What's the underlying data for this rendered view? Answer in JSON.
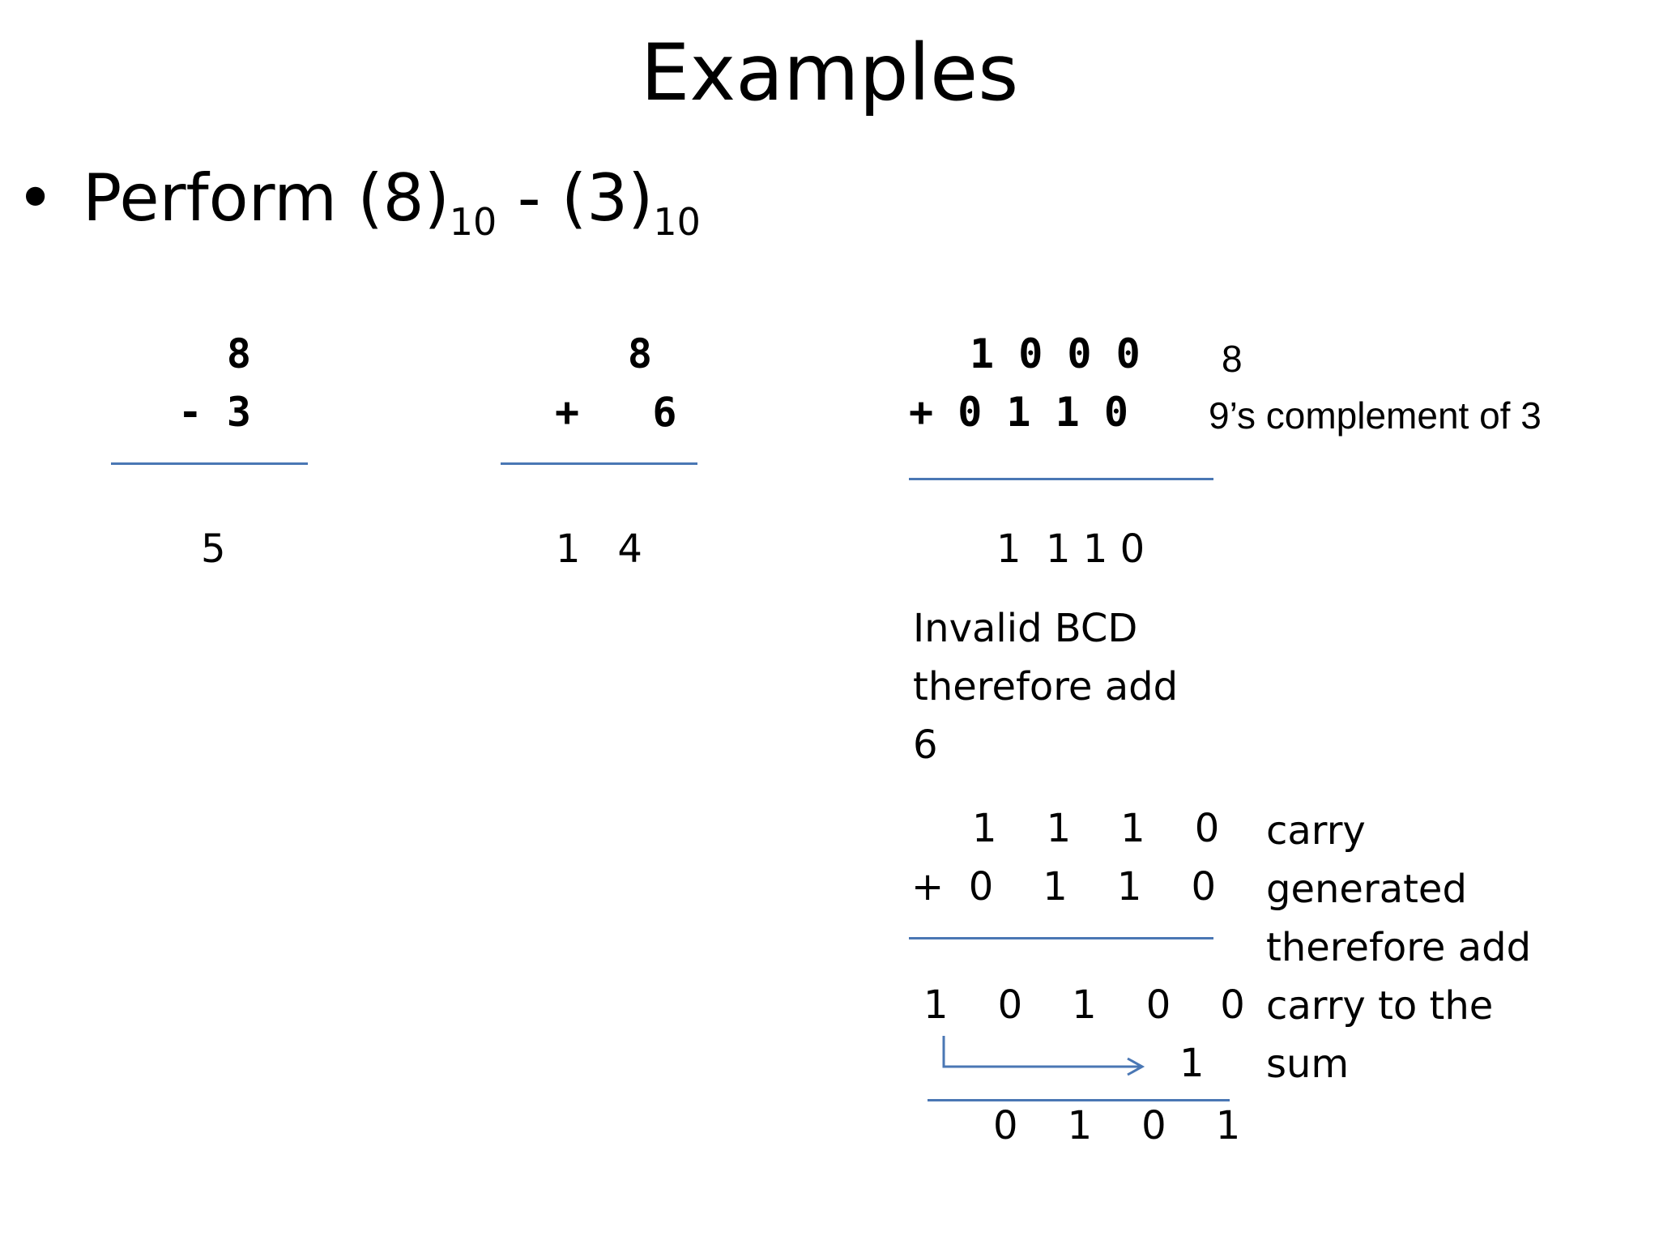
{
  "title": "Examples",
  "bullet": {
    "prefix": "Perform (8)",
    "sub1": "10",
    "middle": " - (3)",
    "sub2": "10"
  },
  "decimal_sub": {
    "top": "8",
    "bottom": "- 3",
    "result": "5"
  },
  "decimal_add": {
    "top": "8",
    "bottom": "+   6",
    "result": "1   4"
  },
  "binary_add": {
    "top": "1 0 0 0",
    "bottom": "+ 0 1 1 0",
    "result": "1  1 1 0",
    "top_note": "8",
    "bottom_note": "9’s complement of 3"
  },
  "invalid_note": [
    "Invalid BCD",
    "therefore add",
    "6"
  ],
  "correction": {
    "top": "1    1    1    0",
    "bottom": "+  0    1    1    0",
    "sum": "1    0    1    0    0",
    "carry_add": "1",
    "final": "0    1    0    1",
    "notes": [
      "carry",
      "generated",
      "therefore add",
      "carry to the",
      "sum"
    ]
  }
}
